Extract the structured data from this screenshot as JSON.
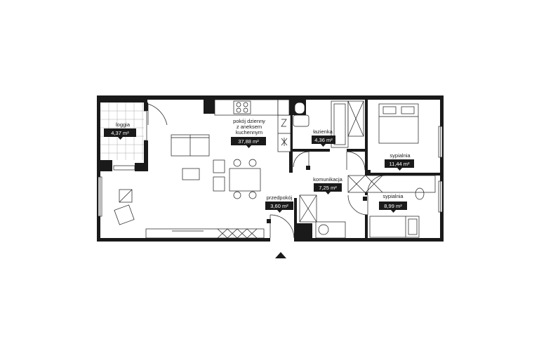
{
  "rooms": [
    {
      "id": "loggia",
      "name_lines": [
        "loggia"
      ],
      "area": "4,37 m²"
    },
    {
      "id": "living",
      "name_lines": [
        "pokój dzienny",
        "z aneksem",
        "kuchennym"
      ],
      "area": "37,88 m²"
    },
    {
      "id": "bathroom",
      "name_lines": [
        "łazienka"
      ],
      "area": "4,36 m²"
    },
    {
      "id": "bedroom1",
      "name_lines": [
        "sypialnia"
      ],
      "area": "11,44 m²"
    },
    {
      "id": "hall",
      "name_lines": [
        "komunikacja"
      ],
      "area": "7,25 m²"
    },
    {
      "id": "entrance",
      "name_lines": [
        "przedpokój"
      ],
      "area": "3,60 m²"
    },
    {
      "id": "bedroom2",
      "name_lines": [
        "sypialnia"
      ],
      "area": "8,99 m²"
    }
  ],
  "colors": {
    "wall": "#1a1a1a",
    "label_bg": "#1a1a1a",
    "label_text": "#ffffff"
  },
  "icons": {
    "entrance_marker": "triangle-up-icon"
  }
}
